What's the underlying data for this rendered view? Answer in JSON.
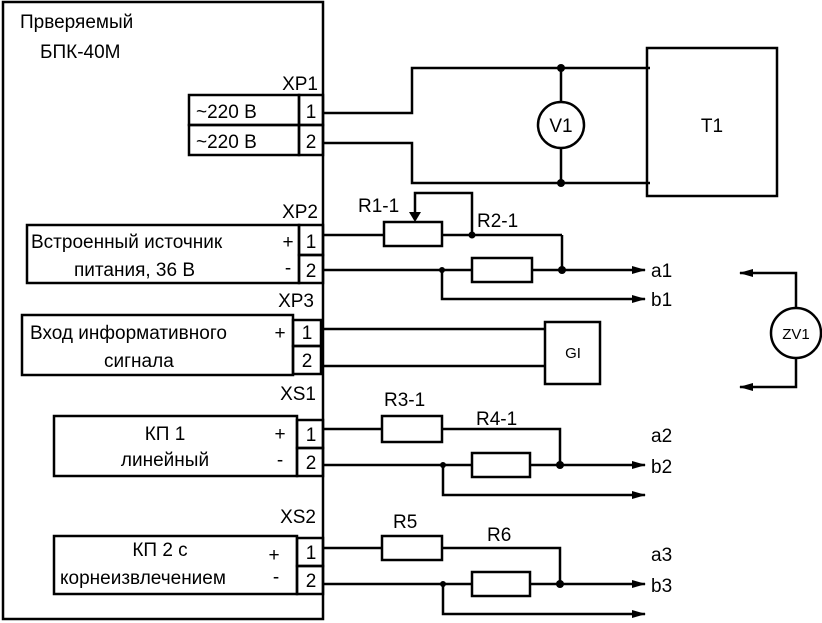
{
  "device": {
    "title_line1": "Прверяемый",
    "title_line2": "БПК-40М"
  },
  "connectors": {
    "xp1": {
      "name": "XP1",
      "pins": [
        {
          "label": "~220 В",
          "number": "1"
        },
        {
          "label": "~220 В",
          "number": "2"
        }
      ]
    },
    "xp2": {
      "name": "XP2",
      "line1": "Встроенный источник",
      "line2": "питания, 36 В",
      "plus": "+",
      "minus": "-",
      "pins": [
        "1",
        "2"
      ]
    },
    "xp3": {
      "name": "XP3",
      "line1": "Вход информативного",
      "line2": "сигнала",
      "plus": "+",
      "pins": [
        "1",
        "2"
      ]
    },
    "xs1": {
      "name": "XS1",
      "line1": "КП 1",
      "line2": "линейный",
      "plus": "+",
      "minus": "-",
      "pins": [
        "1",
        "2"
      ]
    },
    "xs2": {
      "name": "XS2",
      "line1": "КП 2  с",
      "line2": "корнеизвлечением",
      "plus": "+",
      "minus": "-",
      "pins": [
        "1",
        "2"
      ]
    }
  },
  "components": {
    "v1": "V1",
    "t1": "T1",
    "r1": "R1-1",
    "r2": "R2-1",
    "gi": "GI",
    "zv1": "ZV1",
    "r3": "R3-1",
    "r4": "R4-1",
    "r5": "R5",
    "r6": "R6"
  },
  "outputs": {
    "a1": "a1",
    "b1": "b1",
    "a2": "a2",
    "b2": "b2",
    "a3": "a3",
    "b3": "b3"
  }
}
